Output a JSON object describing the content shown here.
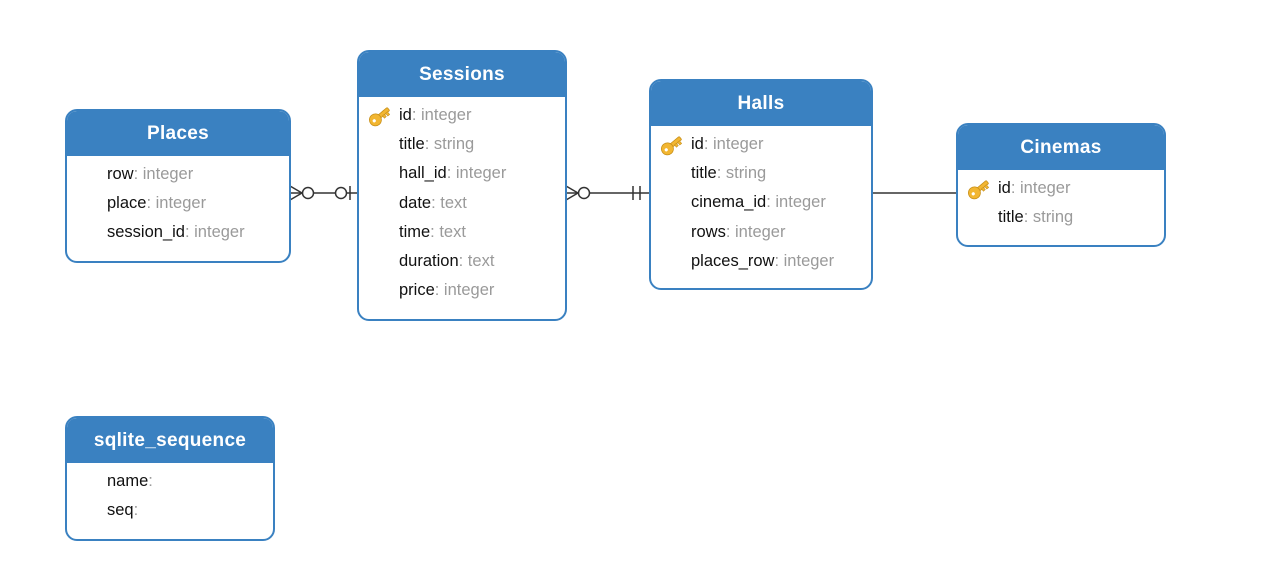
{
  "tables": {
    "sessions": {
      "title": "Sessions",
      "fields": [
        {
          "name": "id",
          "type": ": integer",
          "key": true
        },
        {
          "name": "title",
          "type": ": string",
          "key": false
        },
        {
          "name": "hall_id",
          "type": ": integer",
          "key": false
        },
        {
          "name": "date",
          "type": ": text",
          "key": false
        },
        {
          "name": "time",
          "type": ": text",
          "key": false
        },
        {
          "name": "duration",
          "type": ": text",
          "key": false
        },
        {
          "name": "price",
          "type": ": integer",
          "key": false
        }
      ]
    },
    "places": {
      "title": "Places",
      "fields": [
        {
          "name": "row",
          "type": ": integer",
          "key": false
        },
        {
          "name": "place",
          "type": ": integer",
          "key": false
        },
        {
          "name": "session_id",
          "type": ": integer",
          "key": false
        }
      ]
    },
    "halls": {
      "title": "Halls",
      "fields": [
        {
          "name": "id",
          "type": ": integer",
          "key": true
        },
        {
          "name": "title",
          "type": ": string",
          "key": false
        },
        {
          "name": "cinema_id",
          "type": ": integer",
          "key": false
        },
        {
          "name": "rows",
          "type": ": integer",
          "key": false
        },
        {
          "name": "places_row",
          "type": ": integer",
          "key": false
        }
      ]
    },
    "cinemas": {
      "title": "Cinemas",
      "fields": [
        {
          "name": "id",
          "type": ": integer",
          "key": true
        },
        {
          "name": "title",
          "type": ": string",
          "key": false
        }
      ]
    },
    "sqlite_sequence": {
      "title": "sqlite_sequence",
      "fields": [
        {
          "name": "name",
          "type": ":",
          "key": false
        },
        {
          "name": "seq",
          "type": ":",
          "key": false
        }
      ]
    }
  },
  "relations": [
    {
      "from": "places",
      "to": "sessions",
      "from_end": "zero-or-many",
      "to_end": "zero-or-one"
    },
    {
      "from": "sessions",
      "to": "halls",
      "from_end": "zero-or-many",
      "to_end": "exactly-one"
    },
    {
      "from": "halls",
      "to": "cinemas",
      "from_end": "none",
      "to_end": "none"
    }
  ],
  "colors": {
    "header": "#3a81c1",
    "border": "#3a81c1",
    "field_name": "#111111",
    "field_type": "#9a9a9a",
    "connector": "#333333",
    "key": "#f2b631"
  },
  "icons": {
    "primary_key": "key-icon"
  }
}
